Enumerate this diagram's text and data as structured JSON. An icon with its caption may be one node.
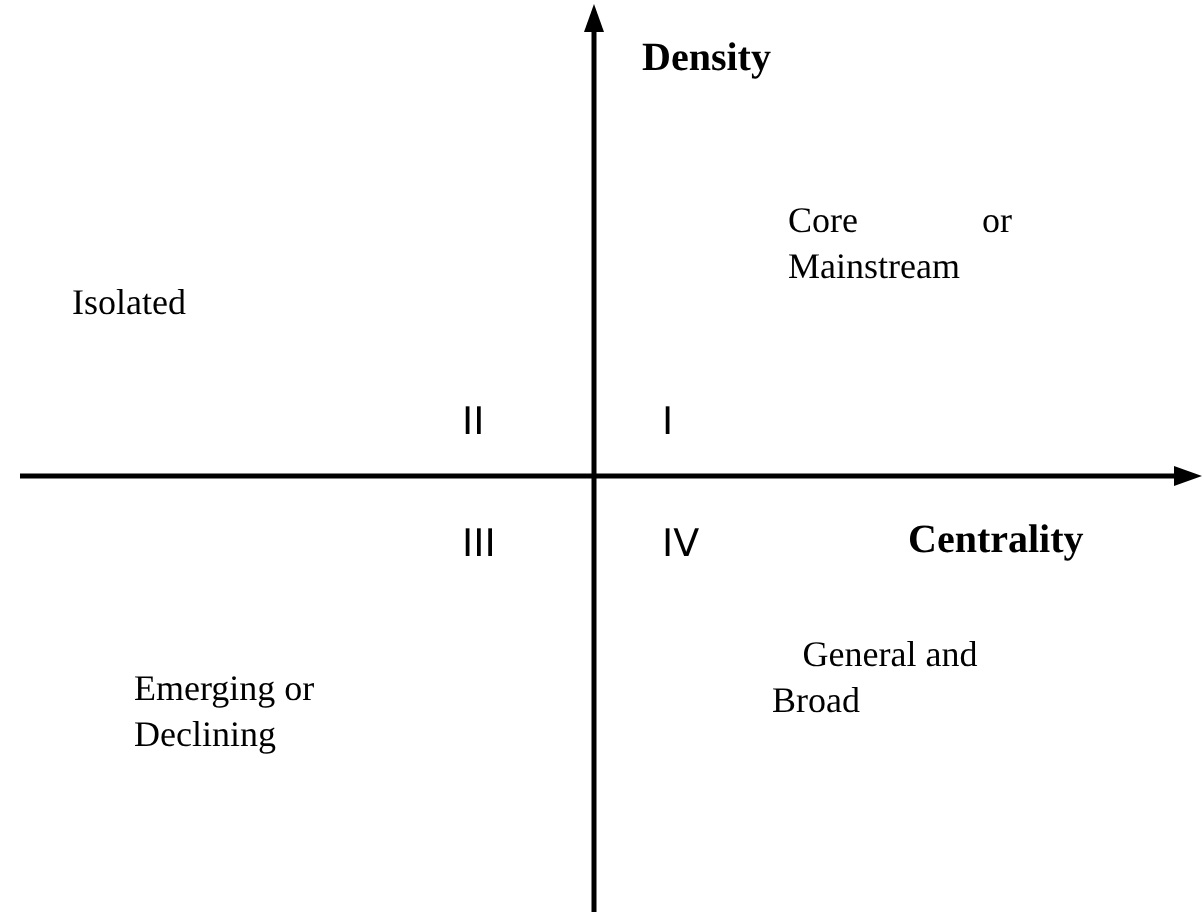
{
  "diagram": {
    "labels": [
      "Density",
      "Core or Mainstream",
      "Isolated",
      "II",
      "I",
      "III",
      "IV",
      "Centrality",
      "General and Broad",
      "Emerging or Declining"
    ]
  }
}
